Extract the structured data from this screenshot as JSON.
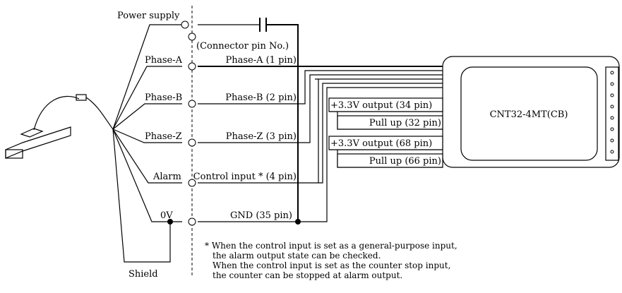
{
  "labels": {
    "power_supply": "Power supply",
    "connector_pin_no": "(Connector pin No.)",
    "phase_a": "Phase-A",
    "phase_b": "Phase-B",
    "phase_z": "Phase-Z",
    "alarm": "Alarm",
    "zero_v": "0V",
    "shield": "Shield",
    "pin_phase_a": "Phase-A (1 pin)",
    "pin_phase_b": "Phase-B (2 pin)",
    "pin_phase_z": "Phase-Z (3 pin)",
    "pin_control": "Control input * (4 pin)",
    "pin_gnd": "GND (35 pin)",
    "out_34": "+3.3V output (34 pin)",
    "pull_32": "Pull up (32 pin)",
    "out_68": "+3.3V output (68 pin)",
    "pull_66": "Pull up (66 pin)",
    "board": "CNT32-4MT(CB)"
  },
  "note": [
    "* When the control input is set as a general-purpose input,",
    "the alarm output state can be checked.",
    "When the control input is set as the counter stop input,",
    "the counter can be stopped at alarm output."
  ]
}
